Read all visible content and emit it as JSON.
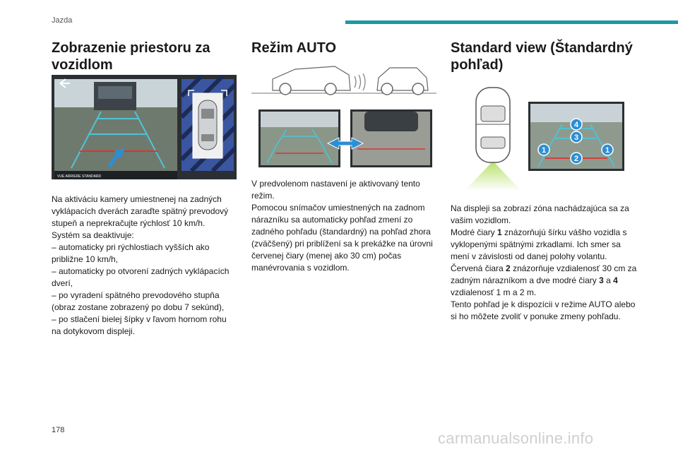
{
  "header": {
    "section": "Jazda"
  },
  "colors": {
    "accent": "#1a9aa3",
    "guide_blue": "#4fc3d6",
    "guide_red": "#d33",
    "badge_blue": "#2a8fd6"
  },
  "section1": {
    "title": "Zobrazenie priestoru za vozidlom",
    "camera_caption": "VUE ARRIERE STANDARD",
    "body": "Na aktiváciu kamery umiestnenej na zadných vyklápacích dverách zaraďte spätný prevodový stupeň a neprekračujte rýchlosť 10 km/h.\nSystém sa deaktivuje:\n– automaticky pri rýchlostiach vyšších ako približne 10 km/h,\n– automaticky po otvorení zadných vyklápacích dverí,\n– po vyradení spätného prevodového stupňa (obraz zostane zobrazený po dobu 7 sekúnd),\n– po stlačení bielej šípky v ľavom hornom rohu na dotykovom displeji."
  },
  "section2": {
    "title": "Režim AUTO",
    "body": "V predvolenom nastavení je aktivovaný tento režim.\nPomocou snímačov umiestnených na zadnom nárazníku sa automaticky pohľad zmení zo zadného pohľadu (štandardný) na pohľad zhora (zväčšený) pri priblížení sa k prekážke na úrovni červenej čiary (menej ako 30 cm) počas manévrovania s vozidlom."
  },
  "section3": {
    "title": "Standard view (Štandardný pohľad)",
    "badges": [
      "1",
      "2",
      "1",
      "3",
      "4"
    ],
    "body": {
      "p1": "Na displeji sa zobrazí zóna nachádzajúca sa za vašim vozidlom.",
      "l1a": "Modré čiary ",
      "l1n": "1",
      "l1b": " znázorňujú šírku vášho vozidla s vyklopenými spätnými zrkadlami. Ich smer sa mení v závislosti od danej polohy volantu.",
      "l2a": "Červená čiara ",
      "l2n": "2",
      "l2b": " znázorňuje vzdialenosť 30 cm za zadným nárazníkom a dve modré čiary ",
      "l2n3": "3",
      "l2c": " a ",
      "l2n4": "4",
      "l2d": " vzdialenosť 1 m a 2 m.",
      "p3": "Tento pohľad je k dispozícii v režime AUTO alebo si ho môžete zvoliť v ponuke zmeny pohľadu."
    }
  },
  "footer": {
    "page_number": "178",
    "watermark": "carmanualsonline.info"
  }
}
